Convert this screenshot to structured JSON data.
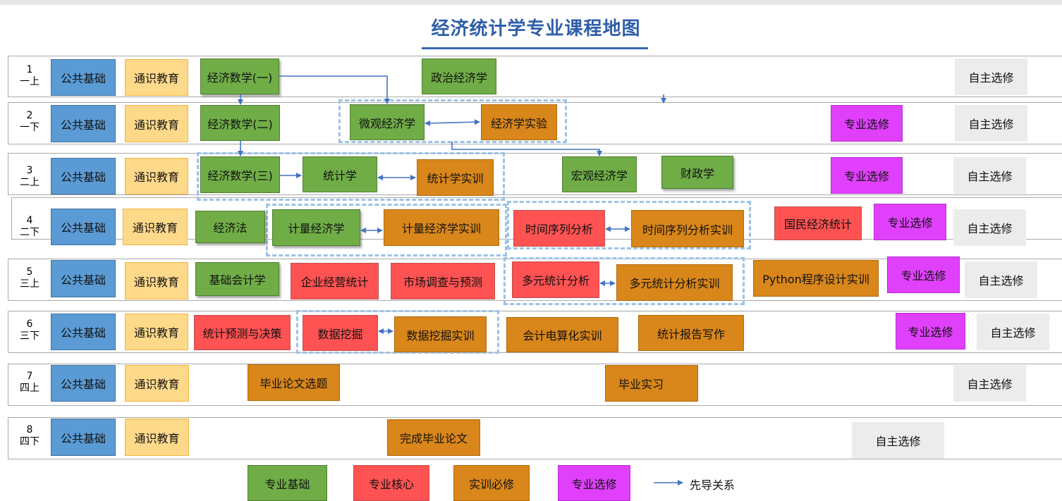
{
  "title": "经济统计学专业课程地图",
  "colors": {
    "公共基础": "#5b9bd5",
    "通识教育": "#ffd98a",
    "专业基础": "#70ad47",
    "专业核心": "#ff5252",
    "实训必修": "#d9861a",
    "专业选修": "#e040fb",
    "自主选修": "#ececec",
    "arrow": "#4472c4"
  },
  "semesters": [
    {
      "num": "1",
      "term": "一上"
    },
    {
      "num": "2",
      "term": "一下"
    },
    {
      "num": "3",
      "term": "二上"
    },
    {
      "num": "4",
      "term": "二下"
    },
    {
      "num": "5",
      "term": "三上"
    },
    {
      "num": "6",
      "term": "三下"
    },
    {
      "num": "7",
      "term": "四上"
    },
    {
      "num": "8",
      "term": "四下"
    }
  ],
  "labels": {
    "public": "公共基础",
    "general": "通识教育",
    "free": "自主选修",
    "elective": "专业选修"
  },
  "courses": {
    "s1_math1": "经济数学(一)",
    "s1_political": "政治经济学",
    "s2_math2": "经济数学(二)",
    "s2_micro": "微观经济学",
    "s2_econlab": "经济学实验",
    "s3_math3": "经济数学(三)",
    "s3_stats": "统计学",
    "s3_statslab": "统计学实训",
    "s3_macro": "宏观经济学",
    "s3_finance": "财政学",
    "s4_law": "经济法",
    "s4_econometrics": "计量经济学",
    "s4_econometrics_lab": "计量经济学实训",
    "s4_timeseries": "时间序列分析",
    "s4_timeseries_lab": "时间序列分析实训",
    "s4_national": "国民经济统计",
    "s5_accounting": "基础会计学",
    "s5_business": "企业经营统计",
    "s5_market": "市场调查与预测",
    "s5_multivariate": "多元统计分析",
    "s5_multivariate_lab": "多元统计分析实训",
    "s5_python": "Python程序设计实训",
    "s6_forecast": "统计预测与决策",
    "s6_mining": "数据挖掘",
    "s6_mining_lab": "数据挖掘实训",
    "s6_acct_lab": "会计电算化实训",
    "s6_report": "统计报告写作",
    "s7_topic": "毕业论文选题",
    "s7_intern": "毕业实习",
    "s8_thesis": "完成毕业论文"
  },
  "legend": {
    "base": "专业基础",
    "core": "专业核心",
    "practice": "实训必修",
    "elective": "专业选修",
    "prereq": "先导关系"
  }
}
